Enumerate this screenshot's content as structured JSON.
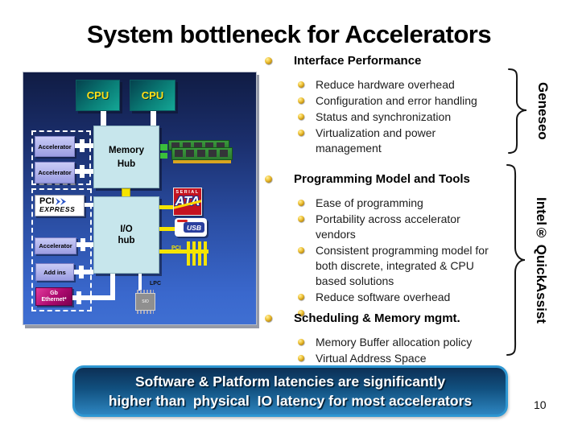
{
  "slide": {
    "title": "System bottleneck for Accelerators",
    "page_number": "10"
  },
  "banner": {
    "line1": "Software & Platform latencies are significantly",
    "line2": "higher than  physical  IO latency for most accelerators"
  },
  "side_labels": {
    "geneseo": "Geneseo",
    "quickassist": "Intel® QuickAssist"
  },
  "sections": [
    {
      "heading": "Interface Performance",
      "items": [
        "Reduce hardware overhead",
        "Configuration and error handling",
        "Status and synchronization",
        "Virtualization and power management"
      ]
    },
    {
      "heading": "Programming Model and Tools",
      "items": [
        "Ease of programming",
        "Portability across accelerator vendors",
        "Consistent programming model for both discrete, integrated & CPU based solutions",
        "Reduce software overhead",
        ""
      ]
    },
    {
      "heading": "Scheduling & Memory mgmt.",
      "items": [
        "Memory Buffer allocation policy",
        "Virtual Address Space"
      ]
    }
  ],
  "diagram": {
    "cpu_label": "CPU",
    "memory_hub_line1": "Memory",
    "memory_hub_line2": "Hub",
    "io_hub_line1": "I/O",
    "io_hub_line2": "hub",
    "accelerator_label": "Accelerator",
    "add_ins_label": "Add ins",
    "gb_ethernet_line1": "Gb",
    "gb_ethernet_line2": "Ethernet*",
    "pci_express_line1": "PCI",
    "pci_express_line2": "EXPRESS",
    "serial_ata_line1": "SERIAL",
    "serial_ata_line2": "ATA",
    "usb_label": "USB",
    "pci_bus_label": "PCI",
    "lpc_label": "LPC",
    "sio_label": "SIO"
  },
  "colors": {
    "bullet_gold": "#d8a919",
    "panel_blue_top": "#101c44",
    "panel_blue_bottom": "#3f6fd2",
    "hub_cyan": "#c7e6ec",
    "accelerator_lavender": "#b3b5ec",
    "cpu_teal": "#0a7d76",
    "cpu_text_yellow": "#ffe11a",
    "ethernet_magenta": "#ac0a6e",
    "connector_yellow": "#f5e400",
    "banner_blue": "#11507f",
    "banner_rim_blue": "#2e97d2"
  }
}
